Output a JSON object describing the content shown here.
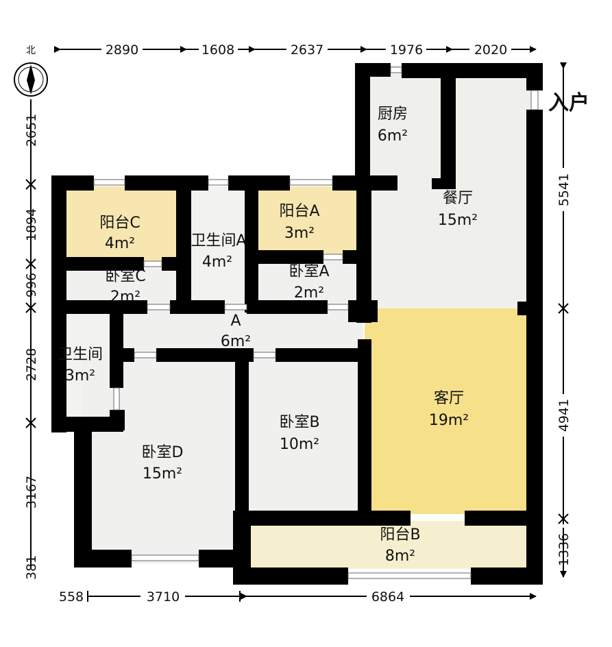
{
  "rooms": {
    "kitchen": {
      "name": "厨房",
      "area": "6m²"
    },
    "dining": {
      "name": "餐厅",
      "area": "15m²"
    },
    "balcony_a": {
      "name": "阳台A",
      "area": "3m²"
    },
    "bedroom_a": {
      "name": "卧室A",
      "area": "2m²"
    },
    "bath_a": {
      "name": "卫生间A",
      "area": "4m²"
    },
    "balcony_c": {
      "name": "阳台C",
      "area": "4m²"
    },
    "bedroom_c": {
      "name": "卧室C",
      "area": "2m²"
    },
    "hall_a": {
      "name": "A",
      "area": "6m²"
    },
    "bath": {
      "name": "卫生间",
      "area": "3m²"
    },
    "bedroom_d": {
      "name": "卧室D",
      "area": "15m²"
    },
    "bedroom_b": {
      "name": "卧室B",
      "area": "10m²"
    },
    "living": {
      "name": "客厅",
      "area": "19m²"
    },
    "balcony_b": {
      "name": "阳台B",
      "area": "8m²"
    }
  },
  "entrance_label": "入户",
  "north_label": "北",
  "dimensions": {
    "top": [
      "2890",
      "1608",
      "2637",
      "1976",
      "2020"
    ],
    "bottom": [
      "558",
      "3710",
      "6864"
    ],
    "left": [
      "2651",
      "1894",
      "996",
      "2728",
      "3167",
      "381"
    ],
    "right": [
      "5541",
      "4941",
      "1336"
    ]
  },
  "colors": {
    "wall": "#000000",
    "floor": "#f1f1ef",
    "living_floor": "#f7e08a",
    "balcony_ac": "#f7e6b0",
    "balcony_b": "#f6efcf"
  }
}
